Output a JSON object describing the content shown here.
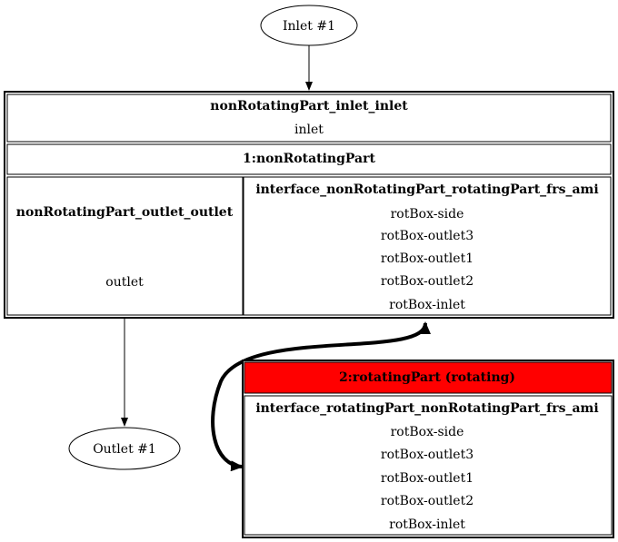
{
  "inlet_node": {
    "label": "Inlet #1"
  },
  "outlet_node": {
    "label": "Outlet #1"
  },
  "region1": {
    "inlet_patch": {
      "name": "nonRotatingPart_inlet_inlet",
      "patch": "inlet"
    },
    "title": "1:nonRotatingPart",
    "outlet_patch": {
      "name": "nonRotatingPart_outlet_outlet",
      "patch": "outlet"
    },
    "interface": {
      "name": "interface_nonRotatingPart_rotatingPart_frs_ami",
      "patches": [
        "rotBox-side",
        "rotBox-outlet3",
        "rotBox-outlet1",
        "rotBox-outlet2",
        "rotBox-inlet"
      ]
    }
  },
  "region2": {
    "title": "2:rotatingPart (rotating)",
    "title_fill": "#ff0000",
    "interface": {
      "name": "interface_rotatingPart_nonRotatingPart_frs_ami",
      "patches": [
        "rotBox-side",
        "rotBox-outlet3",
        "rotBox-outlet1",
        "rotBox-outlet2",
        "rotBox-inlet"
      ]
    }
  }
}
